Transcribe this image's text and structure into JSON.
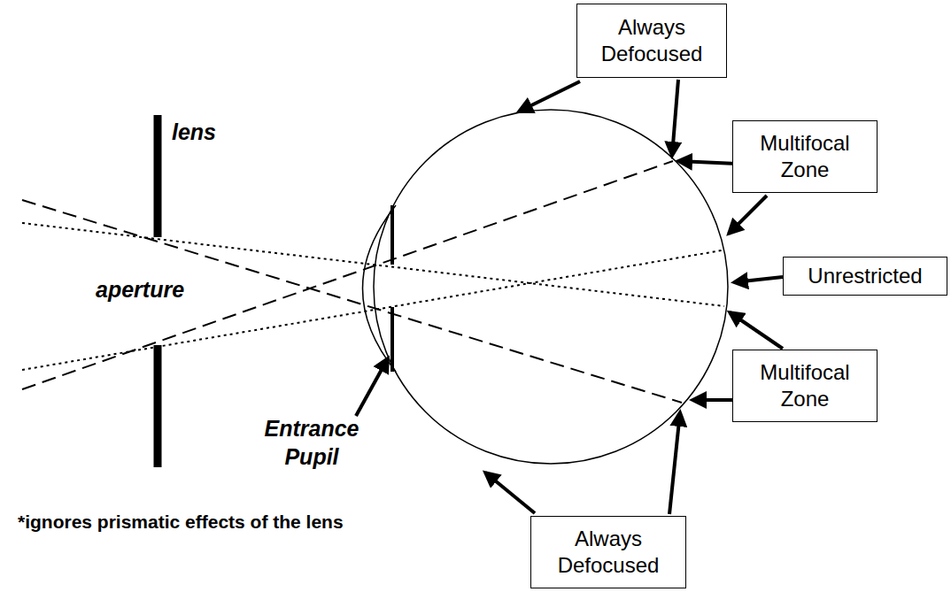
{
  "diagram": {
    "nodes": [
      {
        "text": [
          "Always Defocused"
        ]
      },
      {
        "text": [
          "Multifocal Zone"
        ]
      },
      {
        "text": [
          "Unrestricted"
        ]
      },
      {
        "text": [
          "Multifocal Zone"
        ]
      },
      {
        "text": [
          "Always Defocused"
        ]
      }
    ],
    "labels": [
      "lens",
      "aperture",
      "Entrance Pupil",
      "*ignores prismatic effects of the lens"
    ]
  }
}
